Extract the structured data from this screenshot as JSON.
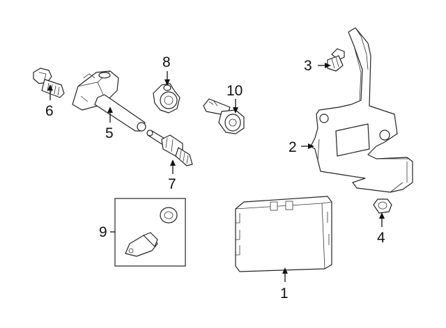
{
  "diagram": {
    "callouts": [
      {
        "id": "p1",
        "label": "1"
      },
      {
        "id": "p2",
        "label": "2"
      },
      {
        "id": "p3",
        "label": "3"
      },
      {
        "id": "p4",
        "label": "4"
      },
      {
        "id": "p5",
        "label": "5"
      },
      {
        "id": "p6",
        "label": "6"
      },
      {
        "id": "p7",
        "label": "7"
      },
      {
        "id": "p8",
        "label": "8"
      },
      {
        "id": "p9",
        "label": "9"
      },
      {
        "id": "p10",
        "label": "10"
      }
    ]
  }
}
